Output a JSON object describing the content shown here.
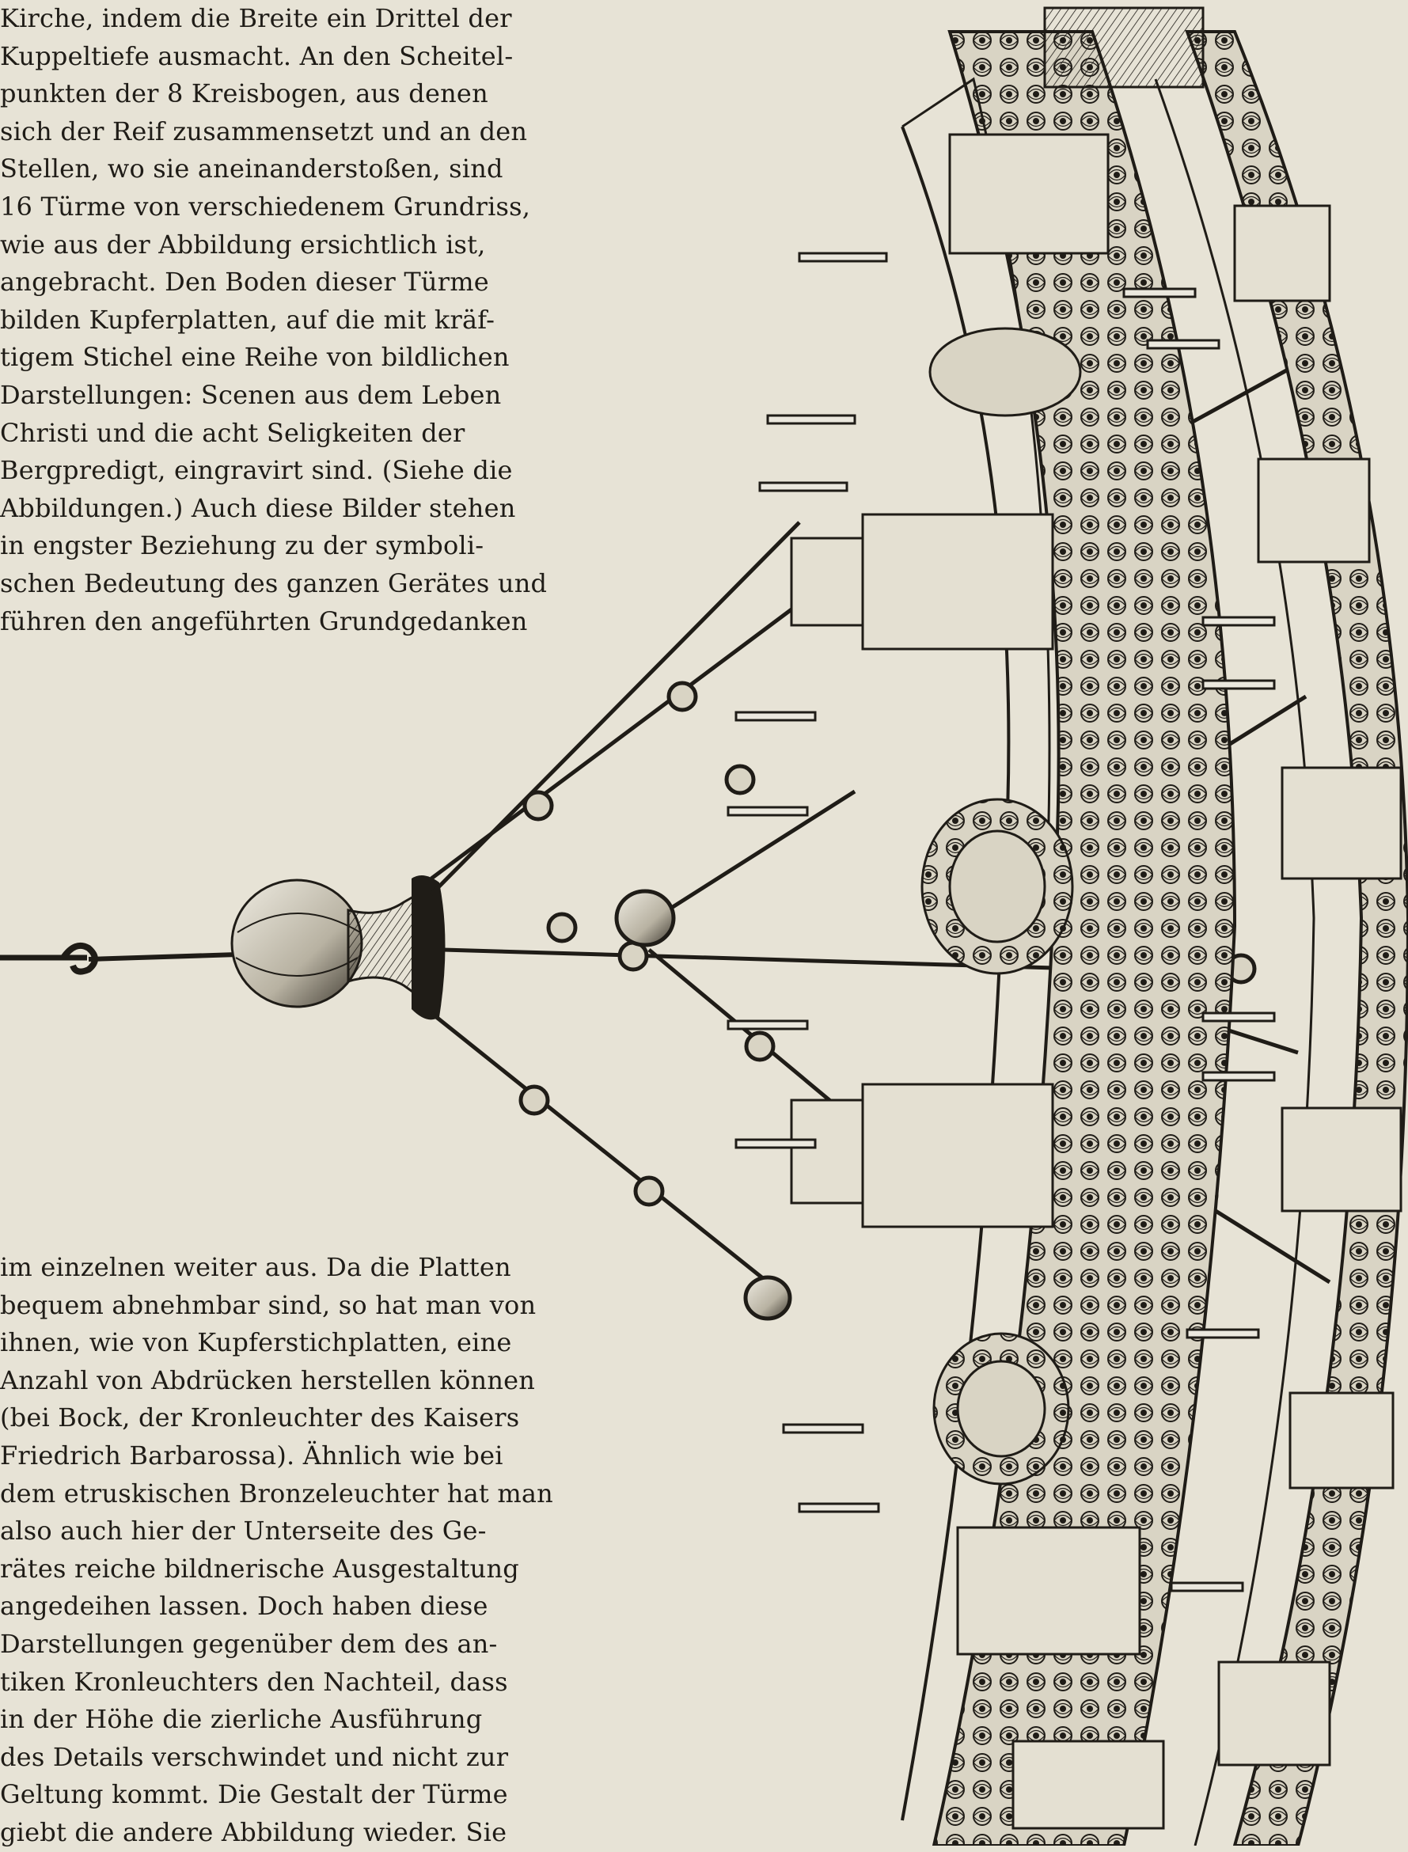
{
  "top_column": {
    "lines": [
      "Kirche, indem die Breite ein Drittel der",
      "Kuppeltiefe ausmacht.  An den Scheitel-",
      "punkten der 8 Kreisbogen, aus denen",
      "sich der Reif zusammensetzt und an den",
      "Stellen, wo sie aneinanderstoßen, sind",
      "16 Türme von verschiedenem Grundriss,",
      "wie aus der Abbildung ersichtlich ist,",
      "angebracht.  Den Boden dieser Türme",
      "bilden Kupferplatten, auf die mit kräf-",
      "tigem Stichel eine Reihe von bildlichen",
      "Darstellungen: Scenen aus dem Leben",
      "Christi und die acht Seligkeiten der",
      "Bergpredigt, eingravirt sind. (Siehe die",
      "Abbildungen.)  Auch diese Bilder stehen",
      "in engster Beziehung zu der symboli-",
      "schen Bedeutung des ganzen Gerätes und",
      "führen den angeführten Grundgedanken"
    ]
  },
  "bottom_column": {
    "lines": [
      "im einzelnen weiter aus.  Da die Platten",
      "bequem abnehmbar sind, so hat man von",
      "ihnen, wie von Kupferstichplatten, eine",
      "Anzahl von Abdrücken herstellen können",
      "(bei Bock, der Kronleuchter des Kaisers",
      "Friedrich Barbarossa).  Ähnlich wie bei",
      "dem etruskischen Bronzeleuchter hat man",
      "also auch hier der Unterseite des Ge-",
      "rätes reiche bildnerische Ausgestaltung",
      "angedeihen lassen.  Doch haben diese",
      "Darstellungen gegenüber dem des an-",
      "tiken Kronleuchters den Nachteil, dass",
      "in der Höhe die zierliche Ausführung",
      "des Details verschwindet und nicht zur",
      "Geltung kommt.  Die Gestalt der Türme",
      "giebt die andere Abbildung wieder.  Sie"
    ]
  },
  "colors": {
    "paper": "#e7e3d6",
    "ink": "#1f1c17"
  }
}
